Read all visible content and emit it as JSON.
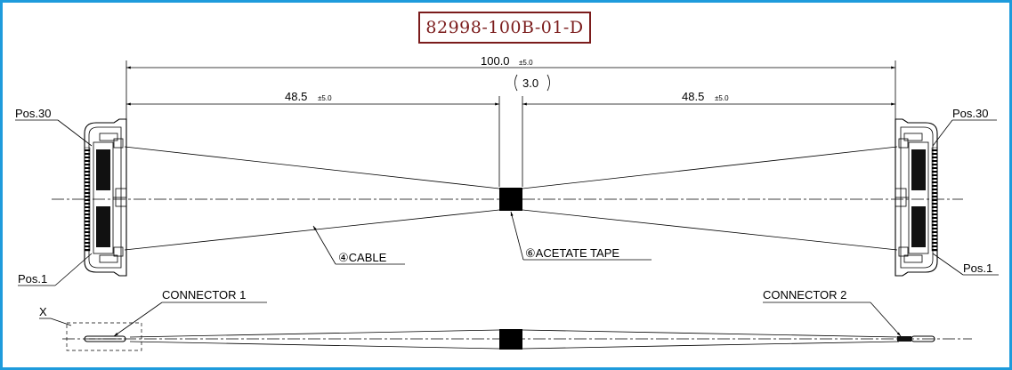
{
  "part_number": "82998-100B-01-D",
  "dimensions": {
    "overall": {
      "value": "100.0",
      "tolerance": "±5.0"
    },
    "left": {
      "value": "48.5",
      "tolerance": "±5.0"
    },
    "right": {
      "value": "48.5",
      "tolerance": "±5.0"
    },
    "tape_width": {
      "value": "3.0"
    }
  },
  "labels": {
    "pos30_left": "Pos.30",
    "pos1_left": "Pos.1",
    "pos30_right": "Pos.30",
    "pos1_right": "Pos.1",
    "cable": "④CABLE",
    "acetate_tape": "⑥ACETATE TAPE",
    "connector1": "CONNECTOR 1",
    "connector2": "CONNECTOR 2",
    "detail_x": "X"
  },
  "colors": {
    "frame": "#1e9bdc",
    "part_number": "#7b1c1c",
    "line": "#000000"
  }
}
